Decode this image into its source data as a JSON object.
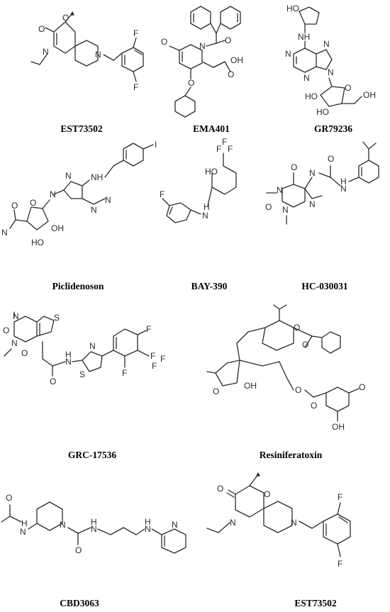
{
  "compounds": [
    {
      "name": "EST73502"
    },
    {
      "name": "EMA401"
    },
    {
      "name": "GR79236"
    },
    {
      "name": "Piclidenoson"
    },
    {
      "name": "BAY-390"
    },
    {
      "name": "HC-030031"
    },
    {
      "name": "GRC-17536"
    },
    {
      "name": "Resiniferatoxin"
    },
    {
      "name": "CBD3063"
    },
    {
      "name": "EST73502"
    }
  ]
}
